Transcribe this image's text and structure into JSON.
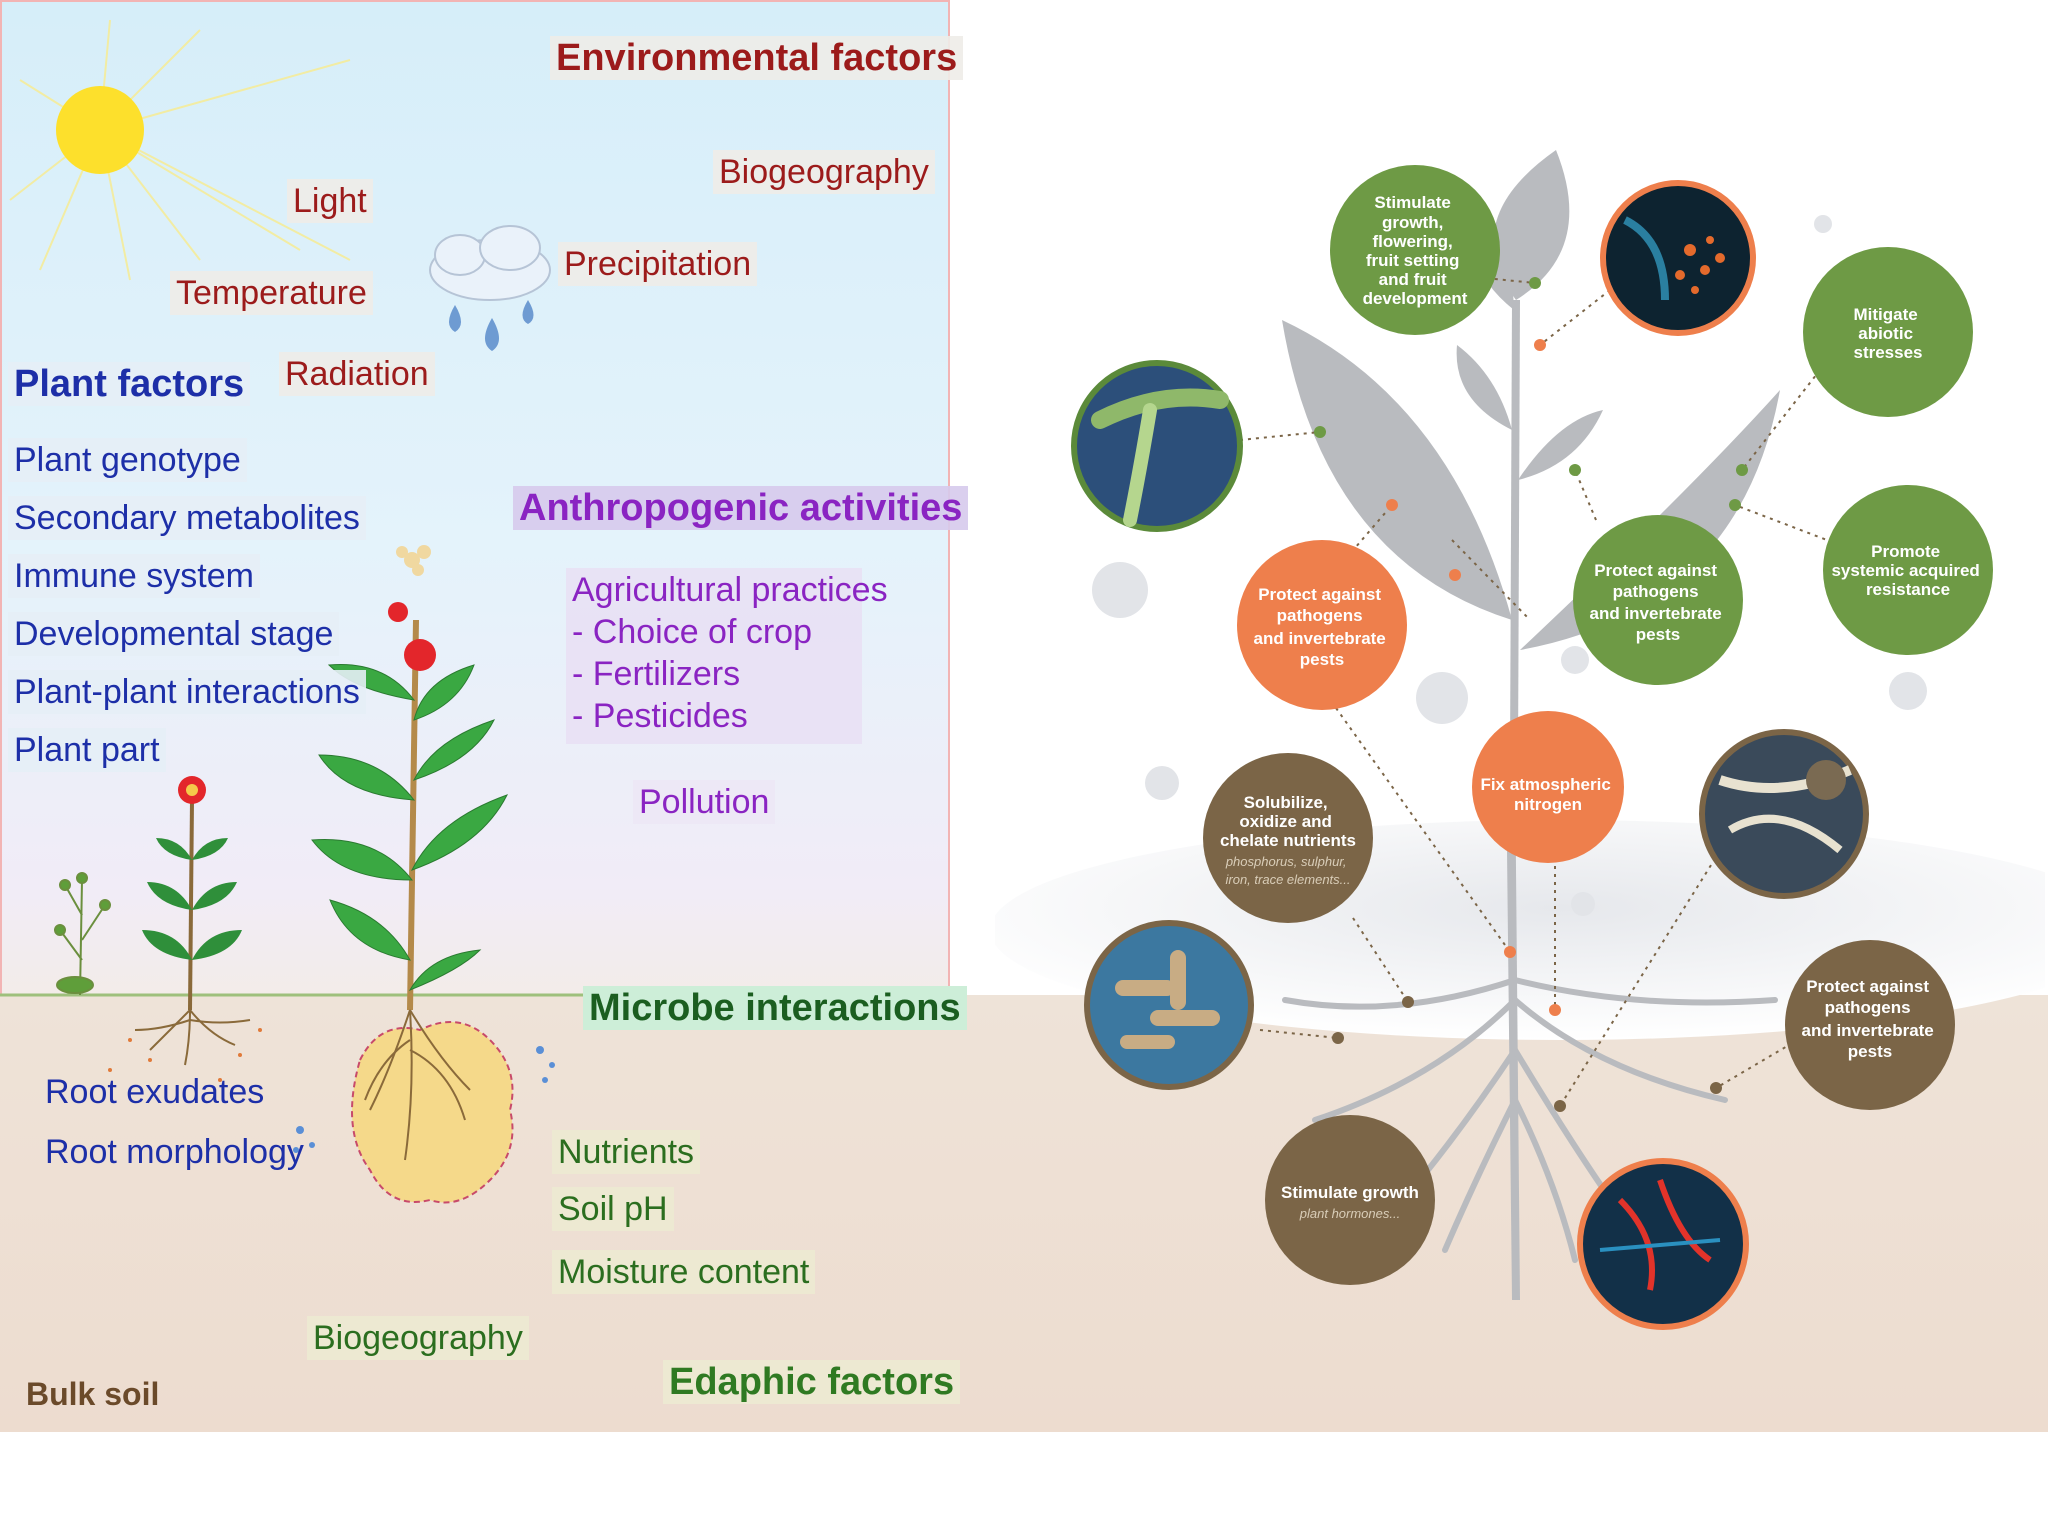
{
  "left": {
    "environmental": {
      "heading": "Environmental factors",
      "items": [
        "Light",
        "Temperature",
        "Radiation",
        "Precipitation",
        "Biogeography"
      ]
    },
    "plant": {
      "heading": "Plant factors",
      "items": [
        "Plant genotype",
        "Secondary metabolites",
        "Immune system",
        "Developmental stage",
        "Plant-plant interactions",
        "Plant part"
      ]
    },
    "anthropogenic": {
      "heading": "Anthropogenic activities",
      "practices": [
        "Agricultural practices",
        "- Choice of crop",
        "- Fertilizers",
        "- Pesticides"
      ],
      "pollution": "Pollution"
    },
    "microbe": {
      "heading": "Microbe interactions"
    },
    "root": {
      "items": [
        "Root exudates",
        "Root morphology"
      ]
    },
    "edaphic": {
      "heading": "Edaphic factors",
      "items": [
        "Nutrients",
        "Soil pH",
        "Moisture content",
        "Biogeography"
      ]
    },
    "bulk_soil": "Bulk soil"
  },
  "right": {
    "circles": {
      "stimulate_flowering": [
        "Stimulate",
        "growth,",
        "flowering,",
        "fruit setting",
        "and fruit",
        "development"
      ],
      "mitigate": [
        "Mitigate",
        "abiotic",
        "stresses"
      ],
      "promote": [
        "Promote",
        "systemic acquired",
        "resistance"
      ],
      "protect_green": [
        "Protect against",
        "pathogens",
        "and invertebrate",
        "pests"
      ],
      "protect_orange": [
        "Protect against",
        "pathogens",
        "and invertebrate",
        "pests"
      ],
      "fix_nitrogen": [
        "Fix atmospheric",
        "nitrogen"
      ],
      "solubilize": [
        "Solubilize,",
        "oxidize and",
        "chelate nutrients"
      ],
      "solubilize_sub": [
        "phosphorus, sulphur,",
        "iron, trace elements..."
      ],
      "protect_brown": [
        "Protect against",
        "pathogens",
        "and invertebrate",
        "pests"
      ],
      "stimulate_growth": [
        "Stimulate growth"
      ],
      "stimulate_growth_sub": [
        "plant hormones..."
      ]
    },
    "colors": {
      "green": "#6e9a45",
      "orange": "#ee7f4c",
      "brown": "#7b6547"
    }
  }
}
